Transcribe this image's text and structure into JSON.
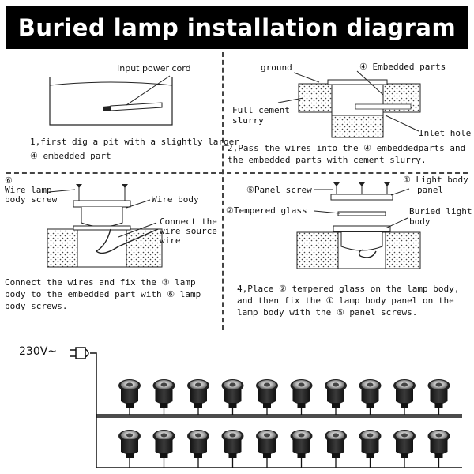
{
  "title": "Buried lamp installation diagram",
  "panel1": {
    "label_power_cord": "Input power cord",
    "step_text_line1": "1,first dig a pit with a slightly larger",
    "step_text_line2": "④ embedded part"
  },
  "panel2": {
    "label_ground": "ground",
    "label_embedded": "④ Embedded parts",
    "label_cement": "Full cement",
    "label_cement2": "slurry",
    "label_inlet": "Inlet hole",
    "step_text_line1": "2,Pass the wires into the ④ embeddedparts and",
    "step_text_line2": "the embedded parts with cement slurry."
  },
  "panel3": {
    "label_num": "⑥",
    "label_screw1": "Wire lamp",
    "label_screw2": "body screw",
    "label_wire_body": "Wire body",
    "label_connect1": "Connect the",
    "label_connect2": "wire source",
    "label_connect3": "wire",
    "step_text_line1": "Connect the wires and fix the ③ lamp",
    "step_text_line2": "body to the embedded part with ⑥ lamp",
    "step_text_line3": "body screws."
  },
  "panel4": {
    "label_panel_screw": "⑤Panel screw",
    "label_light1": "① Light body",
    "label_light2": "panel",
    "label_glass": "②Tempered glass",
    "label_buried1": "Buried light",
    "label_buried2": "body",
    "step_text_line1": "4,Place ② tempered glass on the lamp body,",
    "step_text_line2": "and then fix the ① lamp body panel on the",
    "step_text_line3": "lamp body with the ⑤ panel screws."
  },
  "wiring": {
    "voltage": "230V~",
    "plug_icon": "power-plug-icon",
    "lamp_icon": "buried-lamp-icon",
    "rows": 2,
    "lamps_per_row": 10
  }
}
